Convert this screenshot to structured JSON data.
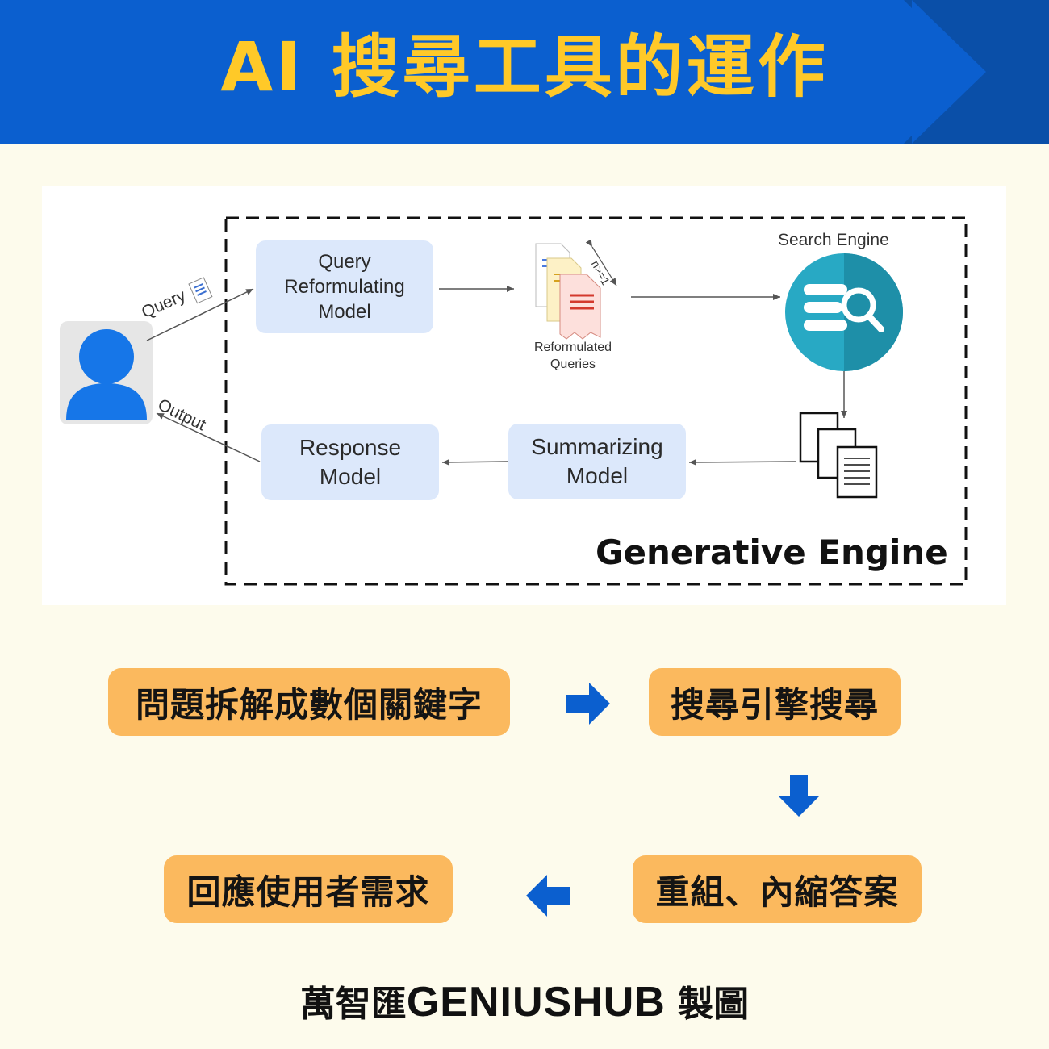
{
  "header": {
    "title": "AI 搜尋工具的運作",
    "colors": {
      "banner": "#0b5fcf",
      "title": "#ffc928"
    }
  },
  "diagram": {
    "query_model": "Query\nReformulating\nModel",
    "reformulated_queries": "Reformulated\nQueries",
    "n_label": "n>=1",
    "search_engine": "Search Engine",
    "response_model": "Response\nModel",
    "summarizing_model": "Summarizing\nModel",
    "query_label": "Query",
    "output_label": "Output",
    "generative_engine": "Generative Engine",
    "icons": [
      "user-icon",
      "document-icon",
      "reformulated-queries-icon",
      "search-engine-icon",
      "documents-stack-icon"
    ]
  },
  "flow": {
    "step1": "問題拆解成數個關鍵字",
    "step2": "搜尋引擎搜尋",
    "step3": "重組、內縮答案",
    "step4": "回應使用者需求",
    "colors": {
      "step": "#fbb95e",
      "arrow": "#0b5fcf"
    }
  },
  "footer": {
    "prefix": "萬智匯",
    "brand": "GENIUSHUB",
    "suffix": " 製圖"
  }
}
